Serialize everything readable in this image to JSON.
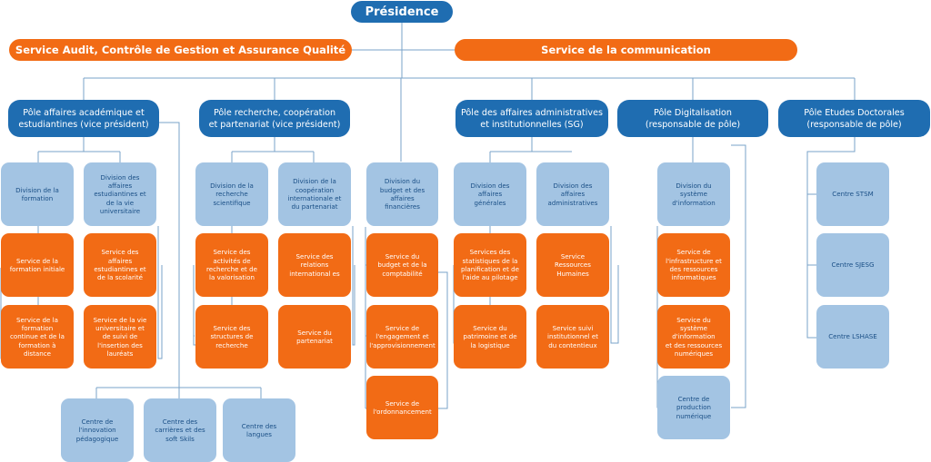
{
  "presidence": "Présidence",
  "top_left": "Service Audit, Contrôle de Gestion et Assurance Qualité",
  "top_right": "Service de la communication",
  "poles": {
    "p1": "Pôle affaires académique et\nestudiantines (vice président)",
    "p2": "Pôle recherche, coopération\net partenariat (vice président)",
    "p3": "Pôle des affaires administratives\net institutionnelles (SG)",
    "p4": "Pôle Digitalisation\n(responsable de pôle)",
    "p5": "Pôle Etudes Doctorales\n(responsable de pôle)"
  },
  "divisions": {
    "formation": "Division de la\nformation",
    "vie_etud": "Division des\naffaires\nestudiantines et\nde la vie\nuniversitaire",
    "recherche": "Division de la\nrecherche\nscientifique",
    "cooperation": "Division de la\ncoopération\ninternationale et\ndu partenariat",
    "budget": "Division du\nbudget et des\naffaires\nfinancières",
    "generales": "Division des\naffaires\ngénérales",
    "administratives": "Division des\naffaires\nadministratives",
    "si": "Division du\nsystème\nd'information"
  },
  "services": {
    "f_initiale": "Service de la\nformation initiale",
    "f_continue": "Service de la\nformation\ncontinue et de la\nformation à\ndistance",
    "aff_etud": "Service des\naffaires\nestudiantines et\nde la scolarité",
    "vie_univ": "Service de la vie\nuniversitaire et\nde suivi de\nl'insertion des\nlauréats",
    "activites": "Service des\nactivités de\nrecherche et de\nla valorisation",
    "structures": "Service des\nstructures de\nrecherche",
    "relations": "Service des\nrelations\ninternational es",
    "partenariat": "Service du\npartenariat",
    "budget_compta": "Service du\nbudget et de la\ncomptabilité",
    "engagement": "Service de\nl'engagement et\nl'approvisionnement",
    "ordonnancement": "Service de\nl'ordonnancement",
    "statistiques": "Services des\nstatistiques de la\nplanification et de\nl'aide au pilotage",
    "patrimoine": "Service du\npatrimoine et de\nla logistique",
    "rh": "Service\nRessources\nHumaines",
    "suivi": "Service suivi\ninstitutionnel et\ndu contentieux",
    "infra": "Service de\nl'infrastructure et\ndes ressources\ninformatiques",
    "ssi": "Service du\nsystème\nd'information\net des ressources\nnumériques"
  },
  "centres": {
    "innovation": "Centre de\nl'innovation\npédagogique",
    "carrieres": "Centre des\ncarrières et des\nsoft Skils",
    "langues": "Centre des\nlangues",
    "production": "Centre de\nproduction\nnumérique",
    "stsm": "Centre STSM",
    "sjesg": "Centre SJESG",
    "lshase": "Centre LSHASE"
  }
}
